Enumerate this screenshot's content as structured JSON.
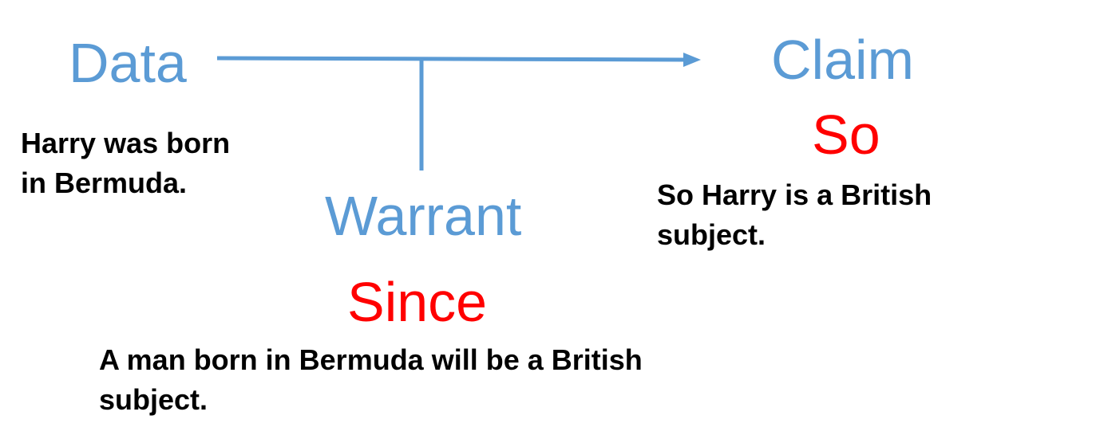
{
  "colors": {
    "heading": "#5b9bd5",
    "connector": "#5b9bd5",
    "keyword": "#ff0000",
    "body_text": "#000000"
  },
  "data": {
    "label": "Data",
    "text_lines": [
      "Harry was born",
      "in Bermuda."
    ]
  },
  "claim": {
    "label": "Claim",
    "keyword": "So",
    "text_lines": [
      "So Harry is a British",
      "subject."
    ]
  },
  "warrant": {
    "label": "Warrant",
    "keyword": "Since",
    "text_lines": [
      "A man born in Bermuda will be a British",
      "subject."
    ]
  }
}
